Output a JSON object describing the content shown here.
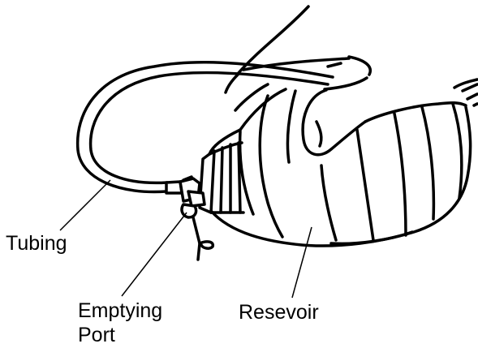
{
  "labels": {
    "tubing": "Tubing",
    "emptying_port_line1": "Emptying",
    "emptying_port_line2": "Port",
    "reservoir": "Resevoir"
  }
}
